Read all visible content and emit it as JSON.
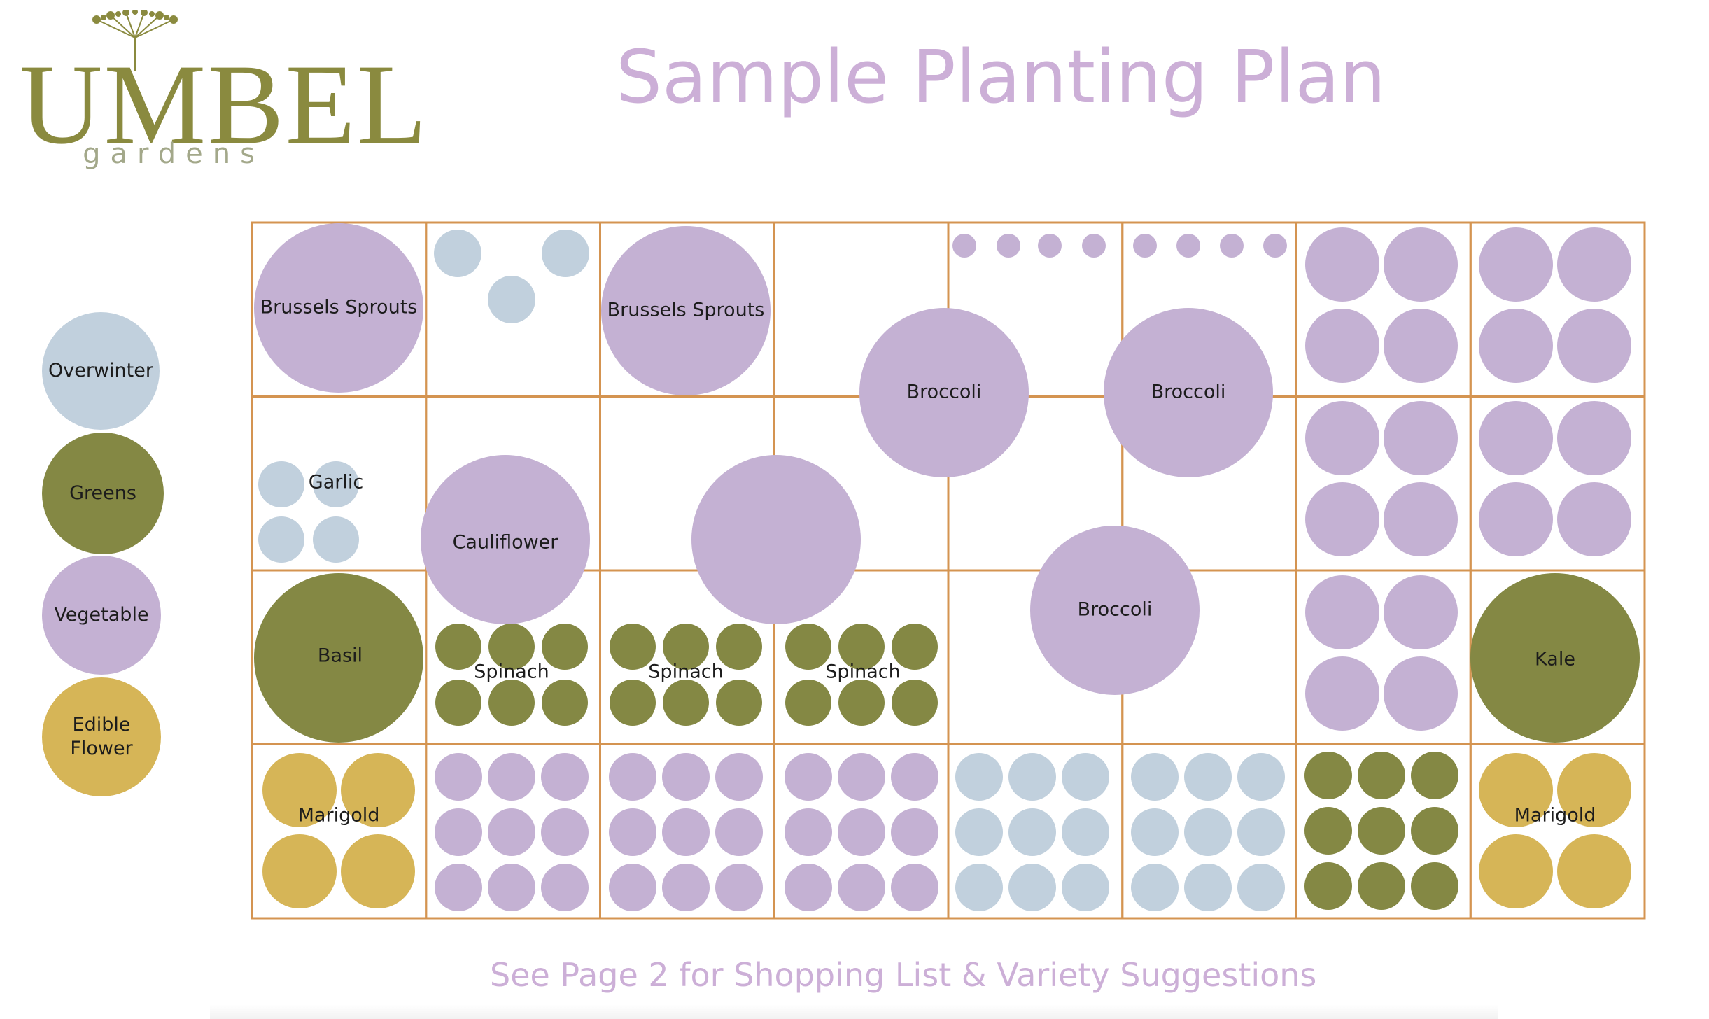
{
  "logo": {
    "word": "UMBEL",
    "sub": "gardens"
  },
  "title": "Sample Planting Plan",
  "footer": "See Page 2 for Shopping List & Variety Suggestions",
  "colors": {
    "overwinter": "#c1d0dd",
    "greens": "#848844",
    "vegetable": "#c4b1d3",
    "edible_flower": "#d6b557",
    "grid": "#d49451",
    "title": "#ccafd7",
    "logo_olive": "#8a8a3f"
  },
  "legend": [
    {
      "key": "overwinter",
      "label": "Overwinter"
    },
    {
      "key": "greens",
      "label": "Greens"
    },
    {
      "key": "vegetable",
      "label": "Vegetable"
    },
    {
      "key": "edible_flower",
      "label": "Edible\nFlower"
    }
  ],
  "plan": {
    "columns": 8,
    "rows": 4,
    "plants": [
      {
        "name": "brussels-sprouts-1",
        "label": "Brussels Sprouts",
        "category": "vegetable"
      },
      {
        "name": "overwinter-trio",
        "label": "",
        "category": "overwinter"
      },
      {
        "name": "brussels-sprouts-2",
        "label": "Brussels Sprouts",
        "category": "vegetable"
      },
      {
        "name": "vegetable-row-small-1",
        "label": "",
        "category": "vegetable"
      },
      {
        "name": "vegetable-row-small-2",
        "label": "",
        "category": "vegetable"
      },
      {
        "name": "broccoli-1",
        "label": "Broccoli",
        "category": "vegetable"
      },
      {
        "name": "broccoli-2",
        "label": "Broccoli",
        "category": "vegetable"
      },
      {
        "name": "broccoli-3",
        "label": "Broccoli",
        "category": "vegetable"
      },
      {
        "name": "vegetable-quad-1",
        "label": "",
        "category": "vegetable"
      },
      {
        "name": "vegetable-quad-2",
        "label": "",
        "category": "vegetable"
      },
      {
        "name": "vegetable-quad-3",
        "label": "",
        "category": "vegetable"
      },
      {
        "name": "vegetable-quad-4",
        "label": "",
        "category": "vegetable"
      },
      {
        "name": "vegetable-quad-5",
        "label": "",
        "category": "vegetable"
      },
      {
        "name": "garlic",
        "label": "Garlic",
        "category": "overwinter"
      },
      {
        "name": "cauliflower",
        "label": "Cauliflower",
        "category": "vegetable"
      },
      {
        "name": "vegetable-large-unlabeled",
        "label": "",
        "category": "vegetable"
      },
      {
        "name": "basil",
        "label": "Basil",
        "category": "greens"
      },
      {
        "name": "spinach-1",
        "label": "Spinach",
        "category": "greens"
      },
      {
        "name": "spinach-2",
        "label": "Spinach",
        "category": "greens"
      },
      {
        "name": "spinach-3",
        "label": "Spinach",
        "category": "greens"
      },
      {
        "name": "kale",
        "label": "Kale",
        "category": "greens"
      },
      {
        "name": "marigold-1",
        "label": "Marigold",
        "category": "edible_flower"
      },
      {
        "name": "vegetable-nine-1",
        "label": "",
        "category": "vegetable"
      },
      {
        "name": "vegetable-nine-2",
        "label": "",
        "category": "vegetable"
      },
      {
        "name": "vegetable-nine-3",
        "label": "",
        "category": "vegetable"
      },
      {
        "name": "overwinter-nine-1",
        "label": "",
        "category": "overwinter"
      },
      {
        "name": "overwinter-nine-2",
        "label": "",
        "category": "overwinter"
      },
      {
        "name": "greens-nine",
        "label": "",
        "category": "greens"
      },
      {
        "name": "marigold-2",
        "label": "Marigold",
        "category": "edible_flower"
      }
    ]
  }
}
